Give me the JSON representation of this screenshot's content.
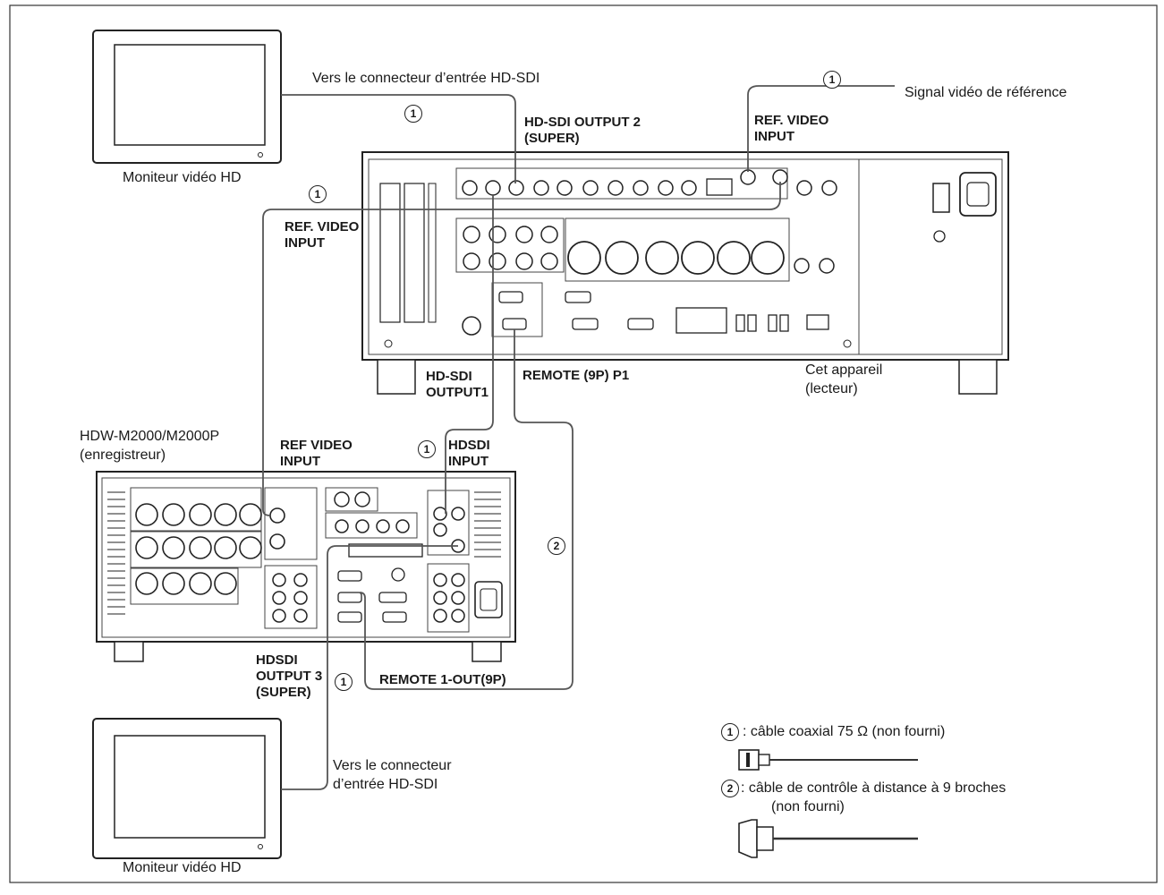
{
  "labels": {
    "to_hdsdi_top": "Vers le connecteur d’entrée HD-SDI",
    "monitor_top": "Moniteur vidéo HD",
    "hdsdi_output2": "HD-SDI OUTPUT 2",
    "hdsdi_output2_super": "(SUPER)",
    "ref_video_input_player_1": "REF. VIDEO",
    "ref_video_input_player_2": "INPUT",
    "ref_signal": "Signal vidéo de référence",
    "ref_video_left_1": "REF. VIDEO",
    "ref_video_left_2": "INPUT",
    "hdsdi_output1_1": "HD-SDI",
    "hdsdi_output1_2": "OUTPUT1",
    "remote_p1": "REMOTE (9P) P1",
    "player_1": "Cet appareil",
    "player_2": "(lecteur)",
    "recorder_1": "HDW-M2000/M2000P",
    "recorder_2": "(enregistreur)",
    "rec_ref_1": "REF VIDEO",
    "rec_ref_2": "INPUT",
    "rec_hdsdi_in_1": "HDSDI",
    "rec_hdsdi_in_2": "INPUT",
    "rec_out3_1": "HDSDI",
    "rec_out3_2": "OUTPUT 3",
    "rec_out3_3": "(SUPER)",
    "remote_out": "REMOTE 1-OUT(9P)",
    "to_hdsdi_bottom_1": "Vers le connecteur",
    "to_hdsdi_bottom_2": "d’entrée HD-SDI",
    "monitor_bottom": "Moniteur vidéo HD",
    "legend_coax": ": câble coaxial 75 Ω (non fourni)",
    "legend_remote_1": ": câble de contrôle à distance à 9 broches",
    "legend_remote_2": "(non fourni)"
  },
  "markers": {
    "coax": "1",
    "remote": "2"
  }
}
